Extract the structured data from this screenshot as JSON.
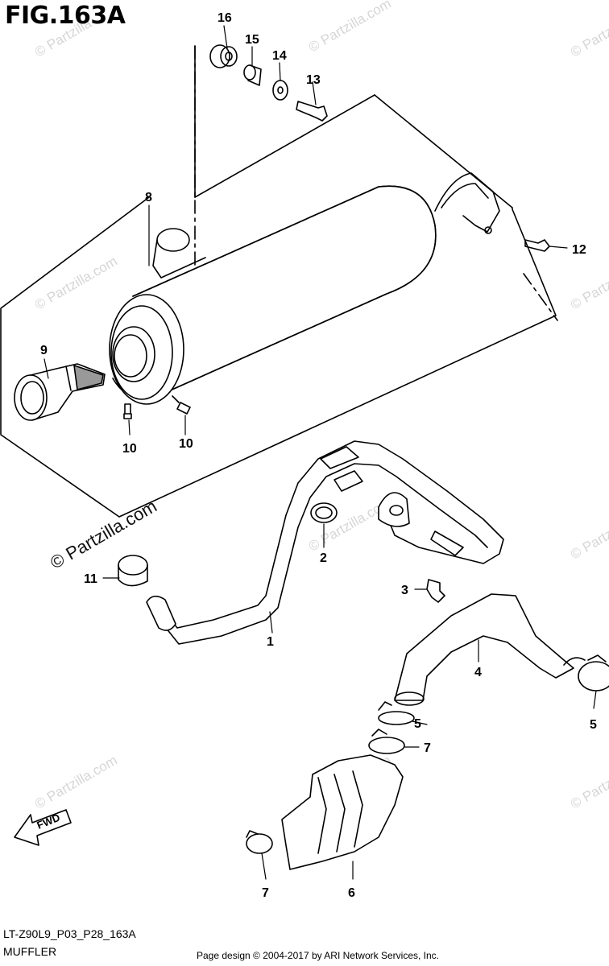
{
  "figure": {
    "title": "FIG.163A",
    "code": "LT-Z90L9_P03_P28_163A",
    "name": "MUFFLER",
    "copyright": "Page design © 2004-2017 by ARI Network Services, Inc."
  },
  "watermark": {
    "text": "© Partzilla.com",
    "short_text": "© Partzilla",
    "color": "#d6d6d6"
  },
  "fwd_label": "FWD",
  "callouts": [
    "16",
    "15",
    "14",
    "13",
    "8",
    "12",
    "9",
    "10",
    "10",
    "2",
    "11",
    "3",
    "1",
    "4",
    "5",
    "5",
    "7",
    "7",
    "6"
  ]
}
